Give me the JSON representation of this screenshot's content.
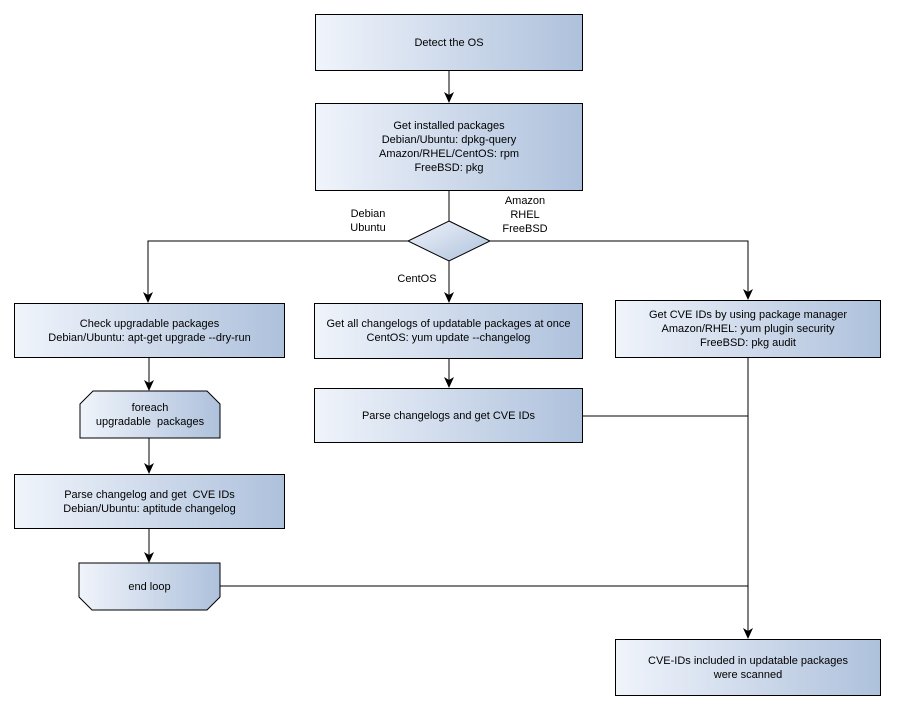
{
  "nodes": {
    "detect_os": "Detect the OS",
    "get_installed": "Get installed packages\nDebian/Ubuntu: dpkg-query\nAmazon/RHEL/CentOS: rpm\nFreeBSD: pkg",
    "check_upgradable": "Check upgradable packages\nDebian/Ubuntu: apt-get upgrade --dry-run",
    "foreach_loop": "foreach\nupgradable  packages",
    "parse_changelog_deb": "Parse changelog and get  CVE IDs\nDebian/Ubuntu: aptitude changelog",
    "end_loop": "end loop",
    "get_all_changelogs": "Get all changelogs of updatable packages at once\nCentOS: yum update --changelog",
    "parse_changelogs_centos": "Parse changelogs and get CVE IDs",
    "get_cve_pkgmgr": "Get CVE IDs by using package manager\nAmazon/RHEL: yum plugin security\nFreeBSD: pkg audit",
    "cve_scanned": "CVE-IDs included in updatable packages\nwere scanned"
  },
  "edge_labels": {
    "debian_ubuntu": "Debian\nUbuntu",
    "amazon_rhel_freebsd": "Amazon\nRHEL\nFreeBSD",
    "centos": "CentOS"
  },
  "colors": {
    "node_fill_light": "#f0f4fb",
    "node_fill_dark": "#aec1dc",
    "node_border": "#000000",
    "connector": "#000000",
    "background": "#ffffff"
  }
}
